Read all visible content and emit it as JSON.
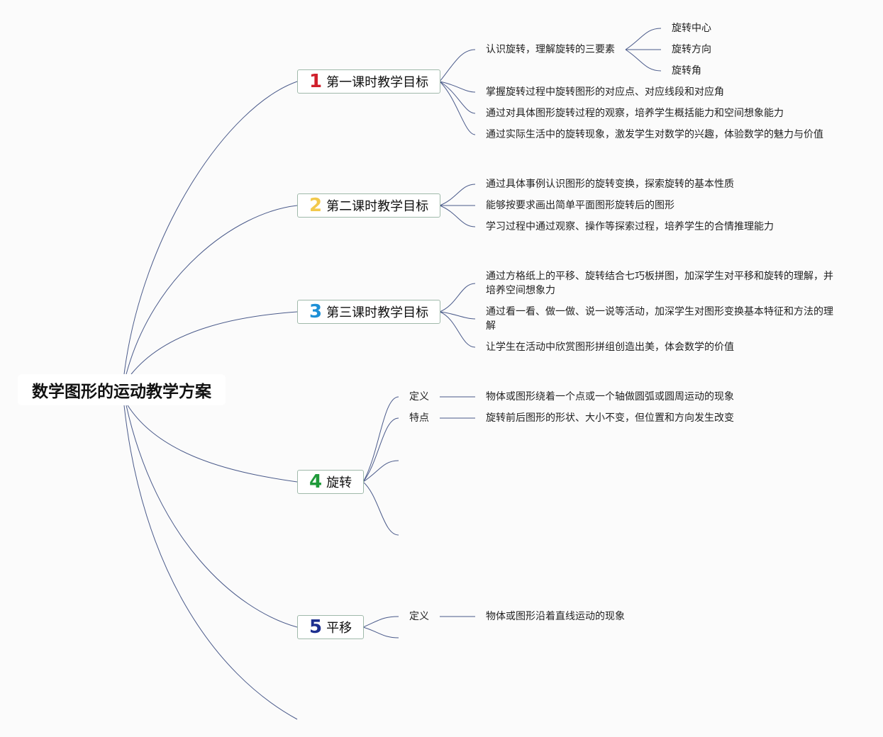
{
  "root": {
    "title": "数学图形的运动教学方案"
  },
  "topics": [
    {
      "number": "1",
      "number_color": "#d0202c",
      "label": "第一课时教学目标",
      "items": [
        {
          "text": "认识旋转，理解旋转的三要素",
          "children": [
            "旋转中心",
            "旋转方向",
            "旋转角"
          ]
        },
        {
          "text": "掌握旋转过程中旋转图形的对应点、对应线段和对应角"
        },
        {
          "text": "通过对具体图形旋转过程的观察，培养学生概括能力和空间想象能力"
        },
        {
          "text": "通过实际生活中的旋转现象，激发学生对数学的兴趣，体验数学的魅力与价值"
        }
      ]
    },
    {
      "number": "2",
      "number_color": "#f2c94c",
      "label": "第二课时教学目标",
      "items": [
        {
          "text": "通过具体事例认识图形的旋转变换，探索旋转的基本性质"
        },
        {
          "text": "能够按要求画出简单平面图形旋转后的图形"
        },
        {
          "text": "学习过程中通过观察、操作等探索过程，培养学生的合情推理能力"
        }
      ]
    },
    {
      "number": "3",
      "number_color": "#1e90d6",
      "label": "第三课时教学目标",
      "items": [
        {
          "text": "通过方格纸上的平移、旋转结合七巧板拼图，加深学生对平移和旋转的理解，并培养空间想象力"
        },
        {
          "text": "通过看一看、做一做、说一说等活动，加深学生对图形变换基本特征和方法的理解"
        },
        {
          "text": "让学生在活动中欣赏图形拼组创造出美，体会数学的价值"
        }
      ]
    },
    {
      "number": "4",
      "number_color": "#1f9a3a",
      "label": "旋转",
      "items": [
        {
          "text": "定义",
          "detail": "物体或图形绕着一个点或一个轴做圆弧或圆周运动的现象"
        },
        {
          "text": "特点",
          "detail": "旋转前后图形的形状、大小不变，但位置和方向发生改变"
        }
      ]
    },
    {
      "number": "5",
      "number_color": "#1d2f8f",
      "label": "平移",
      "items": [
        {
          "text": "定义",
          "detail": "物体或图形沿着直线运动的现象"
        }
      ]
    }
  ]
}
